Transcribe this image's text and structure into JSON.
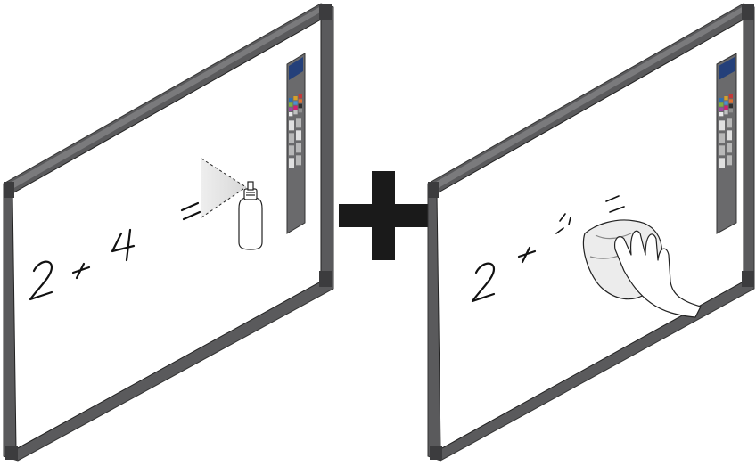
{
  "left_board": {
    "equation_parts": [
      "2",
      "+",
      "4",
      "="
    ],
    "icon": "spray-bottle-icon"
  },
  "combine_symbol": "+",
  "right_board": {
    "equation_parts": [
      "2",
      "+"
    ],
    "icon": "hand-wiping-cloth-icon"
  },
  "colors": {
    "frame": "#5a5a5c",
    "frame_dark": "#3c3c3e",
    "board": "#ffffff",
    "ink": "#111111",
    "toolbar": "#6a6a6c",
    "plus": "#1a1a1a"
  },
  "toolbar_swatches": [
    "#2f6fb0",
    "#d7a028",
    "#c23a3a",
    "#7fb040",
    "#4a8fd0",
    "#e07030",
    "#9a4aa0",
    "#d02070",
    "#303030",
    "#e8e8e8",
    "#c0c0c0",
    "#909090"
  ]
}
